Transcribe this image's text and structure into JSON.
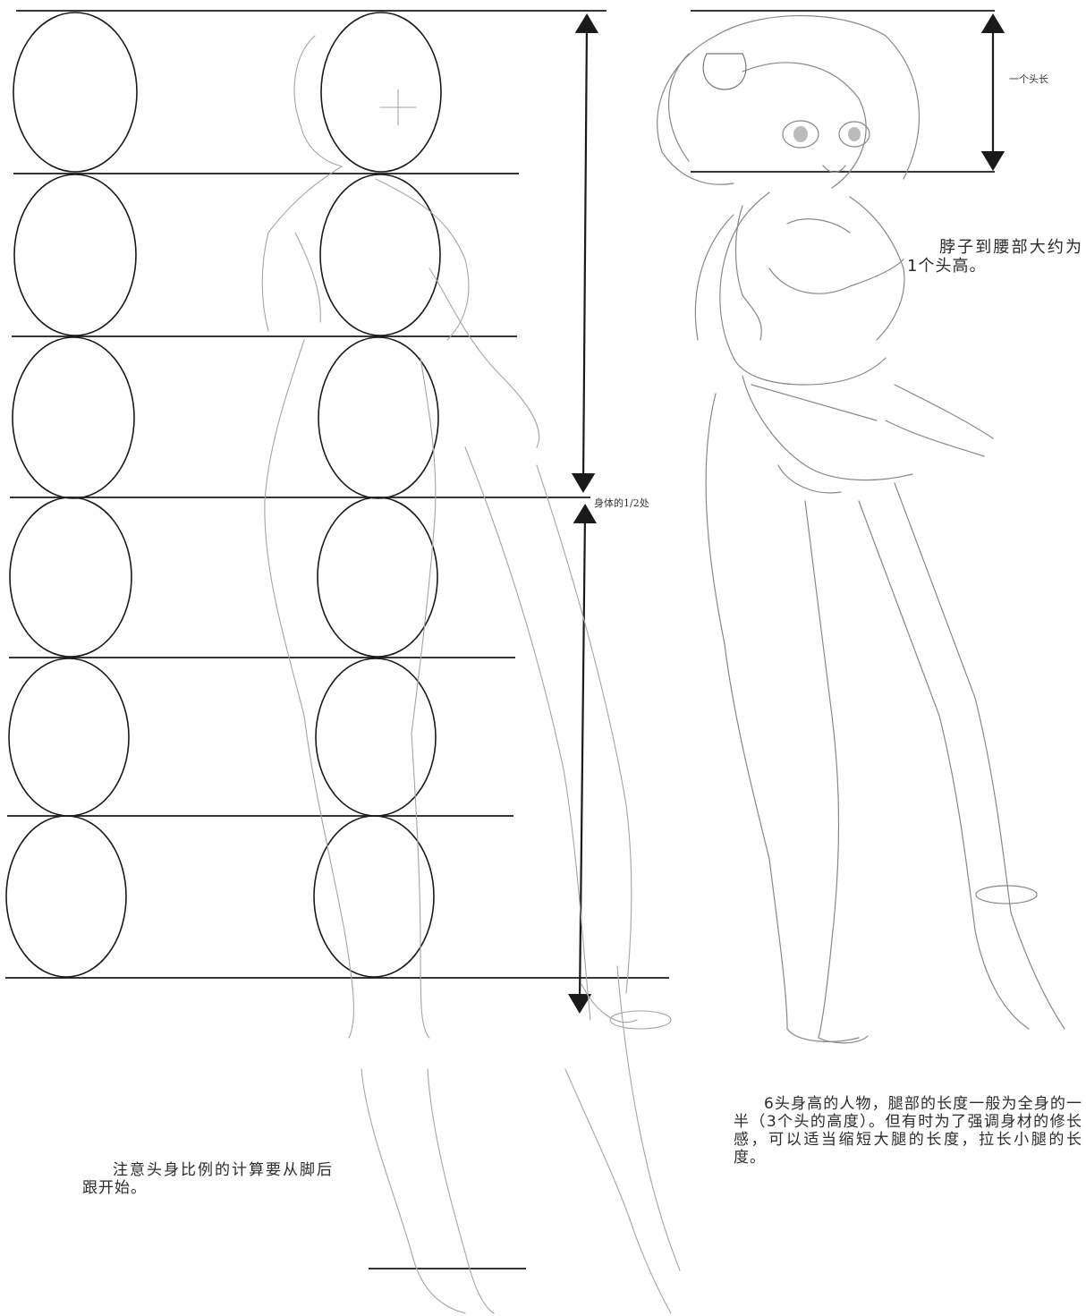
{
  "annotations": {
    "head_length_label": "一个头长",
    "body_half_label": "身体的1/2处"
  },
  "notes": {
    "neck_to_waist": "脖子到腰部大约为1个头高。",
    "leg_length": "6头身高的人物，腿部的长度一般为全身的一半（3个头的高度）。但有时为了强调身材的修长感，可以适当缩短大腿的长度，拉长小腿的长度。",
    "heel_start": "注意头身比例的计算要从脚后跟开始。"
  },
  "colors": {
    "line": "#1a1a1a",
    "sketch": "#9a9a9a",
    "text": "#2b2b2b"
  }
}
